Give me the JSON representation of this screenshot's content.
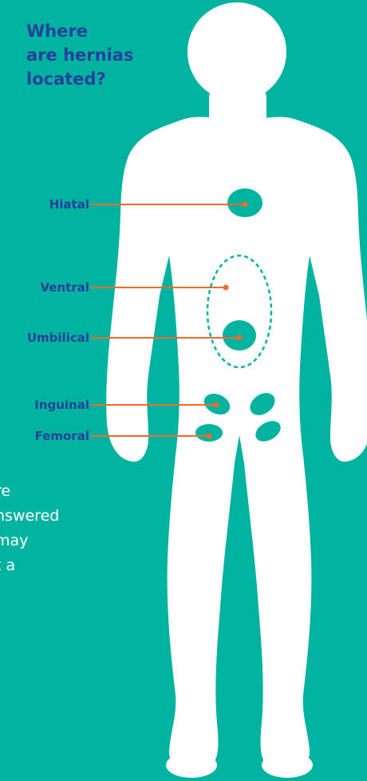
{
  "title": {
    "lines": [
      "Where",
      "are hernias",
      "located?"
    ]
  },
  "body_text": {
    "lines": [
      "re",
      "nswered",
      "may",
      "t a"
    ]
  },
  "labels": {
    "hiatal": "Hiatal",
    "ventral": "Ventral",
    "umbilical": "Umbilical",
    "inguinal": "Inguinal",
    "femoral": "Femoral"
  },
  "colors": {
    "background": "#00b3a1",
    "title": "#23439b",
    "body": "#ffffff",
    "marker": "#00b3a1",
    "leader_line": "#f26b2a"
  }
}
